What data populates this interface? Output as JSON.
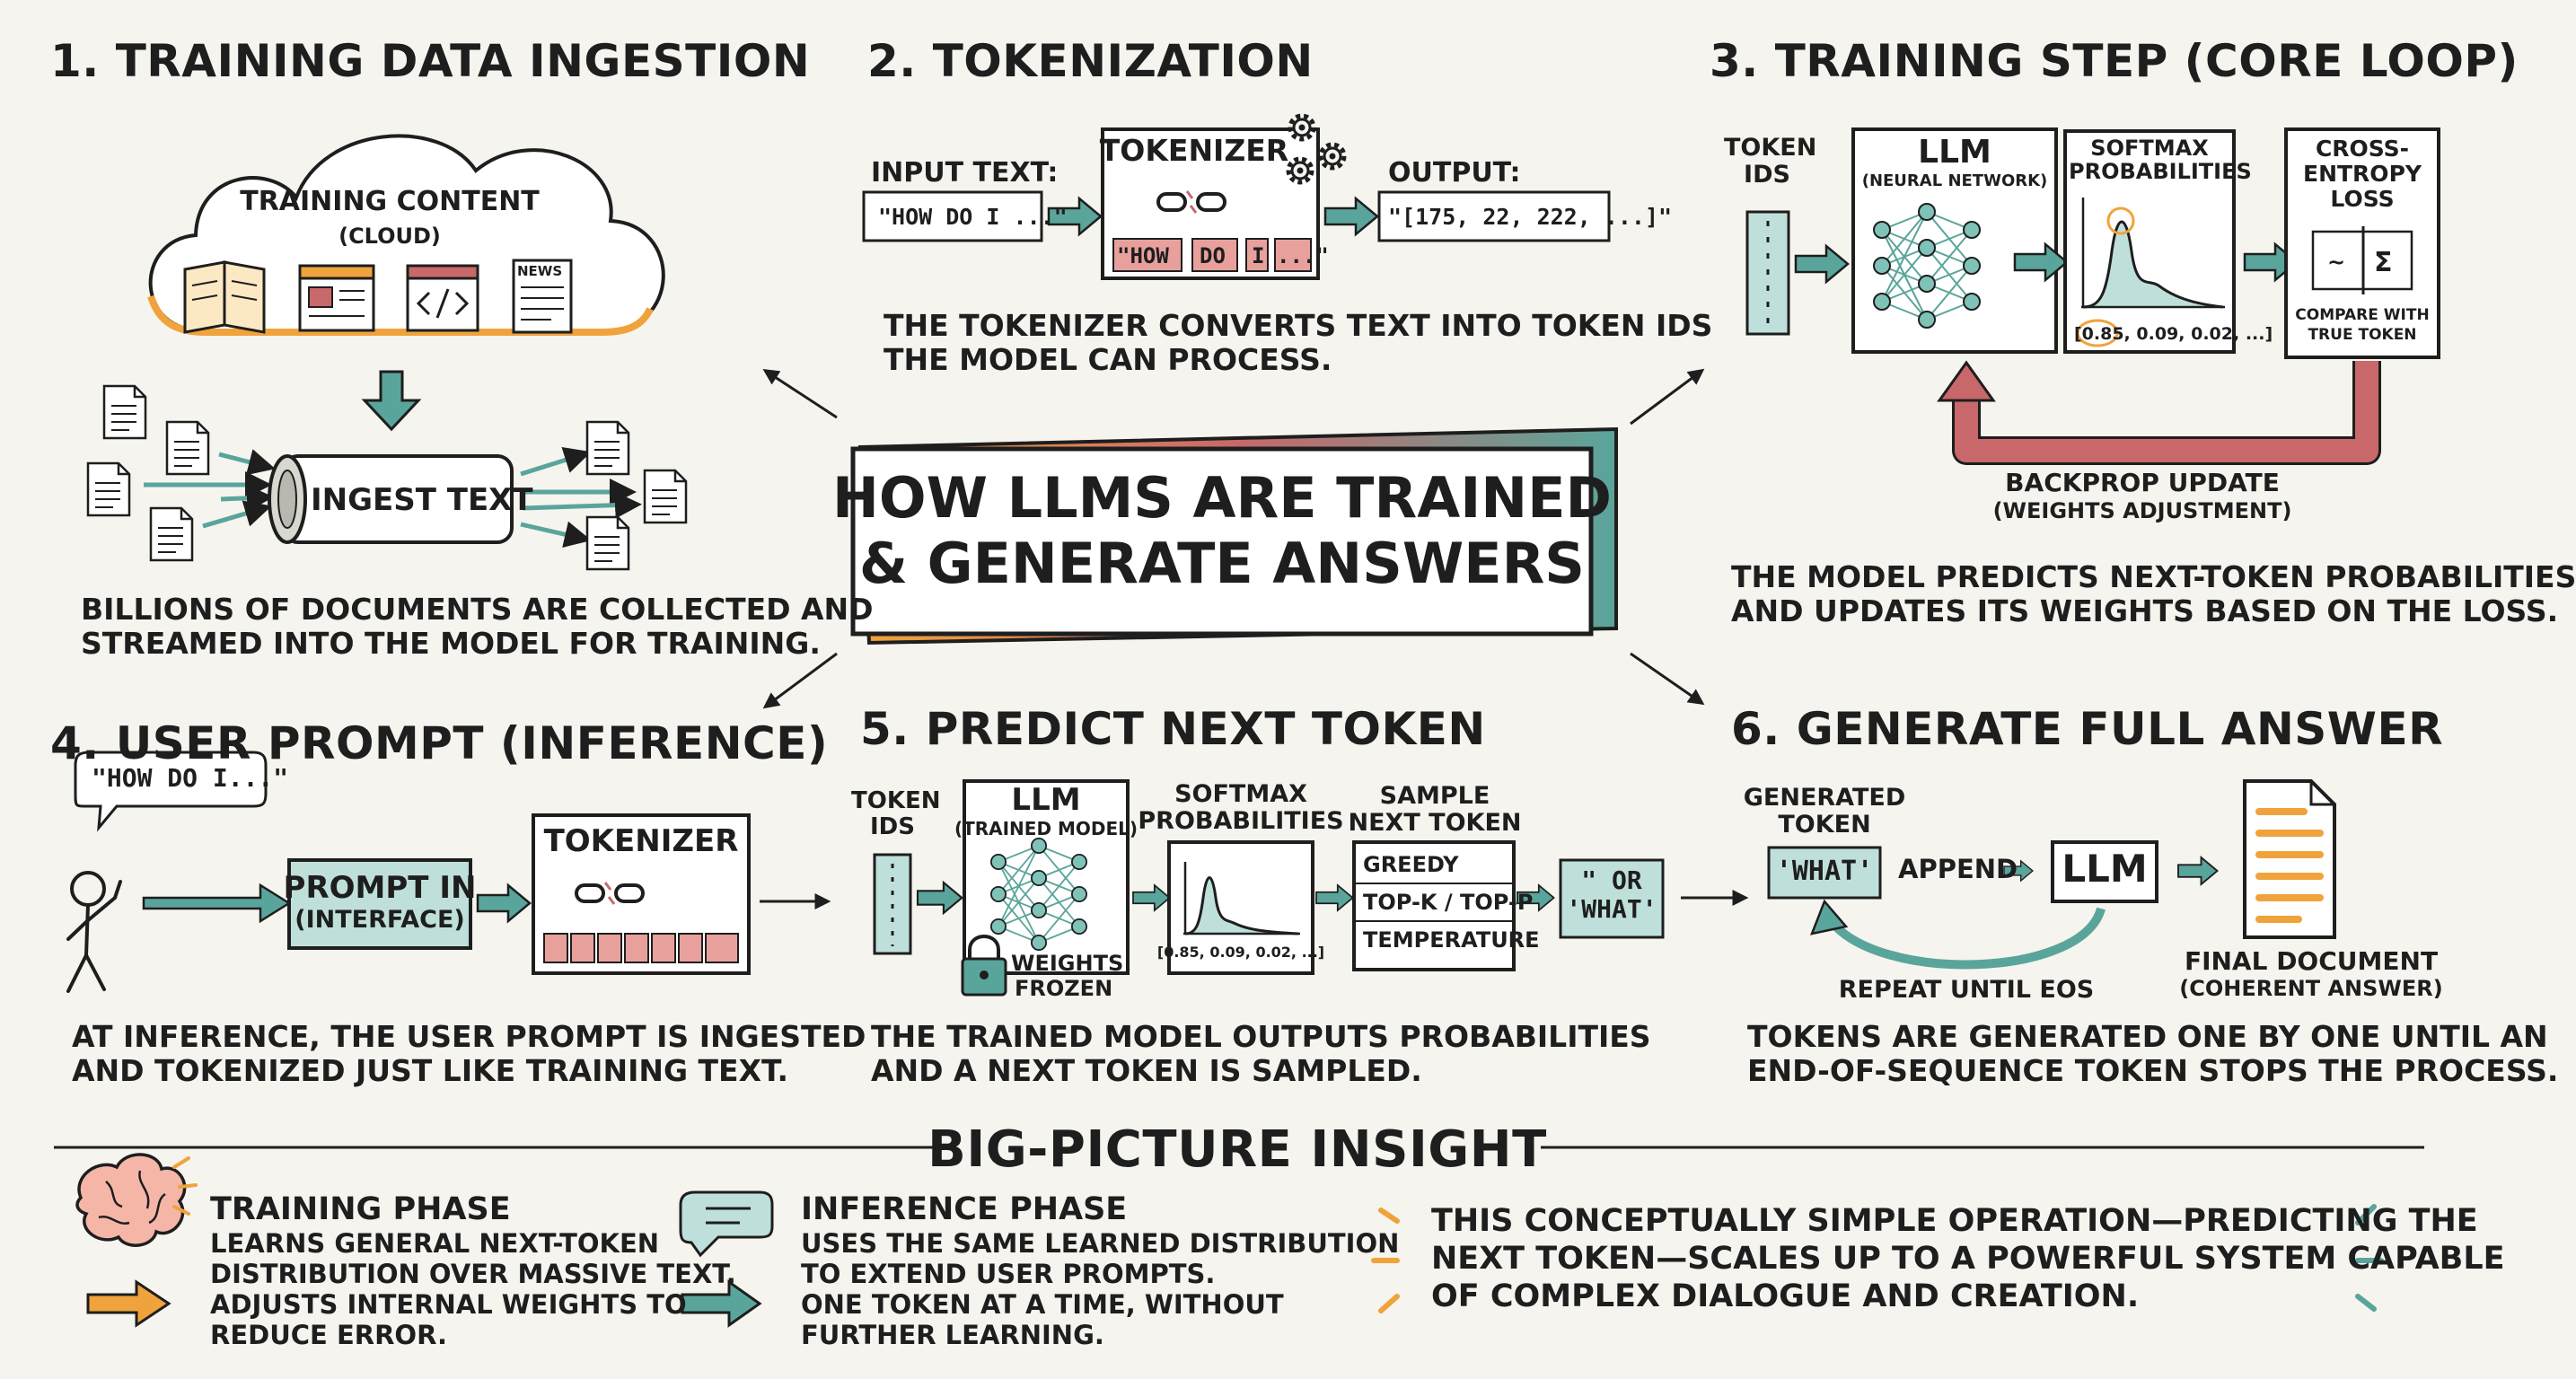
{
  "center_title": {
    "line1": "HOW LLMs ARE TRAINED",
    "line2": "& GENERATE ANSWERS"
  },
  "panel1": {
    "heading": "1. TRAINING DATA INGESTION",
    "cloud_label": "TRAINING CONTENT",
    "cloud_sub": "(CLOUD)",
    "news_label": "NEWS",
    "pipe_label": "INGEST TEXT",
    "caption1": "BILLIONS OF DOCUMENTS ARE COLLECTED AND",
    "caption2": "STREAMED INTO THE MODEL FOR TRAINING."
  },
  "panel2": {
    "heading": "2. TOKENIZATION",
    "input_label": "INPUT TEXT:",
    "input_value": "\"HOW DO I ...\"",
    "tokenizer_label": "TOKENIZER",
    "token_pieces": [
      "\"HOW",
      "DO",
      "I",
      "...\""
    ],
    "output_label": "OUTPUT:",
    "output_value": "\"[175, 22, 222, ...]\"",
    "caption1": "THE TOKENIZER CONVERTS TEXT INTO TOKEN IDs",
    "caption2": "THE MODEL CAN PROCESS."
  },
  "panel3": {
    "heading": "3. TRAINING STEP (CORE LOOP)",
    "token_ids": "TOKEN IDs",
    "llm_label": "LLM",
    "llm_sub": "(NEURAL NETWORK)",
    "softmax_label": "SOFTMAX PROBABILITIES",
    "softmax_values": "[0.85, 0.09, 0.02, ...]",
    "loss_label1": "CROSS-",
    "loss_label2": "ENTROPY",
    "loss_label3": "LOSS",
    "compare_label1": "COMPARE WITH",
    "compare_label2": "TRUE TOKEN",
    "backprop_label": "BACKPROP UPDATE",
    "backprop_sub": "(WEIGHTS ADJUSTMENT)",
    "caption1": "THE MODEL PREDICTS NEXT-TOKEN PROBABILITIES",
    "caption2": "AND UPDATES ITS WEIGHTS BASED ON THE LOSS."
  },
  "panel4": {
    "heading": "4. USER PROMPT (INFERENCE)",
    "speech": "\"HOW DO I...\"",
    "prompt_label": "PROMPT IN",
    "prompt_sub": "(INTERFACE)",
    "tokenizer_label": "TOKENIZER",
    "caption1": "AT INFERENCE, THE USER PROMPT IS INGESTED",
    "caption2": "AND TOKENIZED JUST LIKE TRAINING TEXT."
  },
  "panel5": {
    "heading": "5. PREDICT NEXT TOKEN",
    "token_ids": "TOKEN IDs",
    "llm_label": "LLM",
    "llm_sub": "(TRAINED MODEL)",
    "weights_label1": "WEIGHTS",
    "weights_label2": "FROZEN",
    "softmax_label1": "SOFTMAX",
    "softmax_label2": "PROBABILITIES",
    "softmax_values": "[0.85, 0.09, 0.02, ...]",
    "sample_label1": "SAMPLE",
    "sample_label2": "NEXT TOKEN",
    "sample_options": [
      "GREEDY",
      "TOP-K / TOP-P",
      "TEMPERATURE"
    ],
    "result1": "\" OR",
    "result2": "'WHAT'",
    "caption1": "THE TRAINED MODEL OUTPUTS PROBABILITIES",
    "caption2": "AND A NEXT TOKEN IS SAMPLED."
  },
  "panel6": {
    "heading": "6. GENERATE FULL ANSWER",
    "generated_label1": "GENERATED",
    "generated_label2": "TOKEN",
    "generated_token": "'WHAT'",
    "append_label": "APPEND",
    "llm_label": "LLM",
    "repeat_label": "REPEAT UNTIL EOS",
    "final_label": "FINAL DOCUMENT",
    "final_sub": "(COHERENT ANSWER)",
    "caption1": "TOKENS ARE GENERATED ONE BY ONE UNTIL AN",
    "caption2": "END-OF-SEQUENCE TOKEN STOPS THE PROCESS."
  },
  "insight": {
    "heading": "BIG-PICTURE INSIGHT",
    "training_title": "TRAINING PHASE",
    "training_lines": [
      "LEARNS GENERAL NEXT-TOKEN",
      "DISTRIBUTION OVER MASSIVE TEXT.",
      "ADJUSTS INTERNAL WEIGHTS TO",
      "REDUCE ERROR."
    ],
    "inference_title": "INFERENCE PHASE",
    "inference_lines": [
      "USES THE SAME LEARNED DISTRIBUTION",
      "TO EXTEND USER PROMPTS.",
      "ONE TOKEN AT A TIME, WITHOUT",
      "FURTHER LEARNING."
    ],
    "quote_lines": [
      "THIS CONCEPTUALLY SIMPLE OPERATION—PREDICTING THE",
      "NEXT TOKEN—SCALES UP TO A POWERFUL SYSTEM CAPABLE",
      "OF COMPLEX DIALOGUE AND CREATION."
    ]
  },
  "colors": {
    "teal": "#5aa59b",
    "orange": "#f0a33c",
    "red": "#c8686a",
    "ink": "#1e1e1e",
    "paper": "#f6f4ee"
  }
}
